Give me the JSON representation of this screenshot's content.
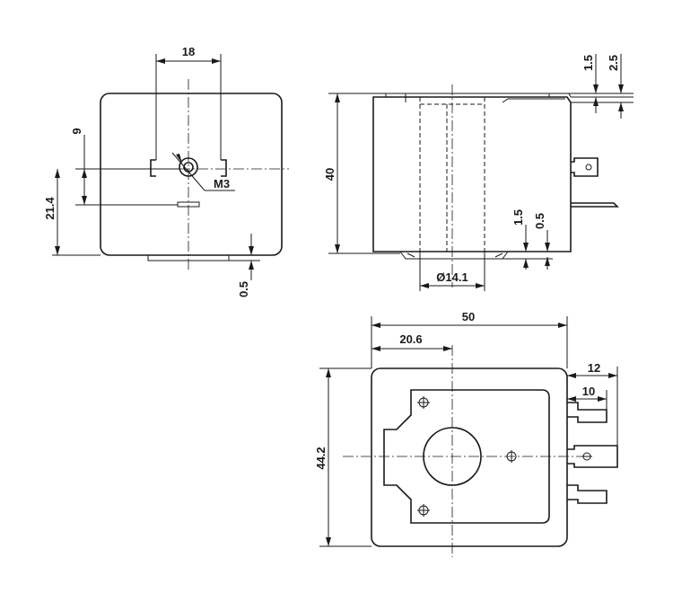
{
  "dims": {
    "width_18": "18",
    "height_9": "9",
    "height_21_4": "21.4",
    "thread_m3": "M3",
    "gap_0_5_left": "0.5",
    "height_40": "40",
    "gap_1_5_top": "1.5",
    "gap_2_5_top": "2.5",
    "gap_1_5_bottom": "1.5",
    "gap_0_5_bottom": "0.5",
    "dia_14_1": "Ø14.1",
    "width_50": "50",
    "width_20_6": "20.6",
    "width_12": "12",
    "width_10": "10",
    "height_44_2": "44.2"
  }
}
